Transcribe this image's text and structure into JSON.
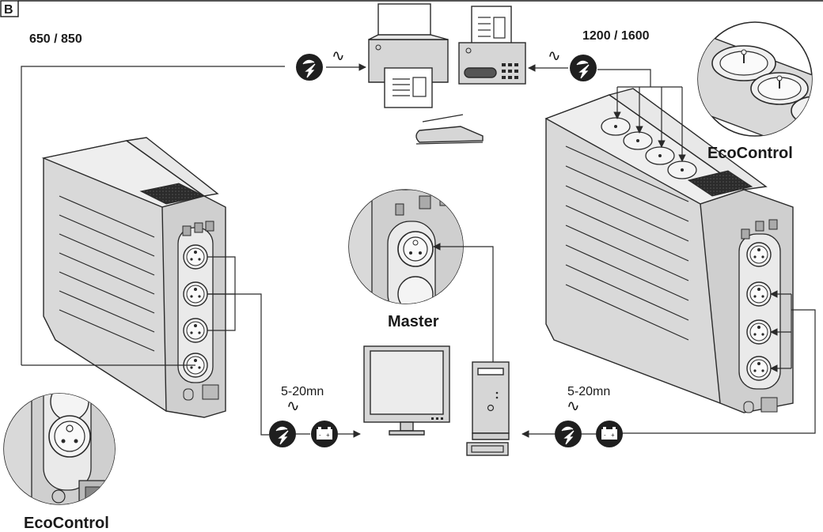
{
  "panel_letter": "B",
  "left_model": "650 / 850",
  "right_model": "1200 / 1600",
  "master_label": "Master",
  "ecocontrol_label": "EcoControl",
  "duration_label": "5-20mn",
  "ac_symbol": "∿"
}
